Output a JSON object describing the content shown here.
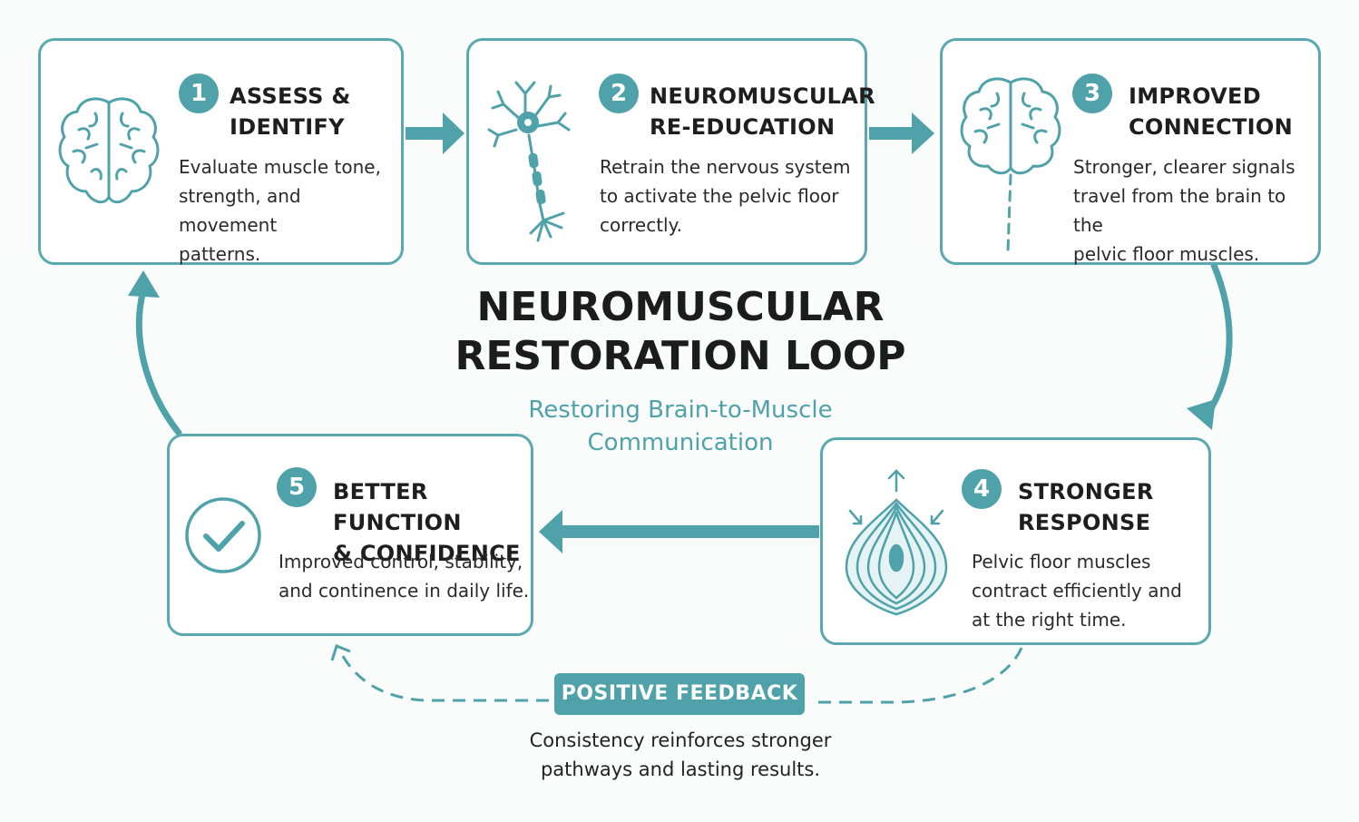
{
  "colors": {
    "accent": "#4fa2a9",
    "border": "#5aa9b0",
    "text": "#222222"
  },
  "title": "NEUROMUSCULAR RESTORATION LOOP",
  "title_line1": "NEUROMUSCULAR",
  "title_line2": "RESTORATION LOOP",
  "subtitle_line1": "Restoring Brain-to-Muscle",
  "subtitle_line2": "Communication",
  "steps": [
    {
      "number": "1",
      "title_line1": "ASSESS &",
      "title_line2": "IDENTIFY",
      "desc_line1": "Evaluate muscle tone,",
      "desc_line2": "strength, and movement",
      "desc_line3": "patterns.",
      "icon": "brain-icon"
    },
    {
      "number": "2",
      "title_line1": "NEUROMUSCULAR",
      "title_line2": "RE-EDUCATION",
      "desc_line1": "Retrain the nervous system",
      "desc_line2": "to activate the pelvic floor",
      "desc_line3": "correctly.",
      "icon": "neuron-icon"
    },
    {
      "number": "3",
      "title_line1": "IMPROVED",
      "title_line2": "CONNECTION",
      "desc_line1": "Stronger, clearer signals",
      "desc_line2": "travel from the brain to the",
      "desc_line3": "pelvic floor muscles.",
      "icon": "brain-spinal-cord-icon"
    },
    {
      "number": "4",
      "title_line1": "STRONGER",
      "title_line2": "RESPONSE",
      "desc_line1": "Pelvic floor muscles",
      "desc_line2": "contract efficiently and",
      "desc_line3": "at the right time.",
      "icon": "pelvic-floor-muscle-icon"
    },
    {
      "number": "5",
      "title_line1": "BETTER FUNCTION",
      "title_line2": "& CONFIDENCE",
      "desc_line1": "Improved control, stability,",
      "desc_line2": "and continence in daily life.",
      "icon": "checkmark-circle-icon"
    }
  ],
  "feedback": {
    "label": "POSITIVE FEEDBACK",
    "desc_line1": "Consistency reinforces stronger",
    "desc_line2": "pathways and lasting results."
  }
}
